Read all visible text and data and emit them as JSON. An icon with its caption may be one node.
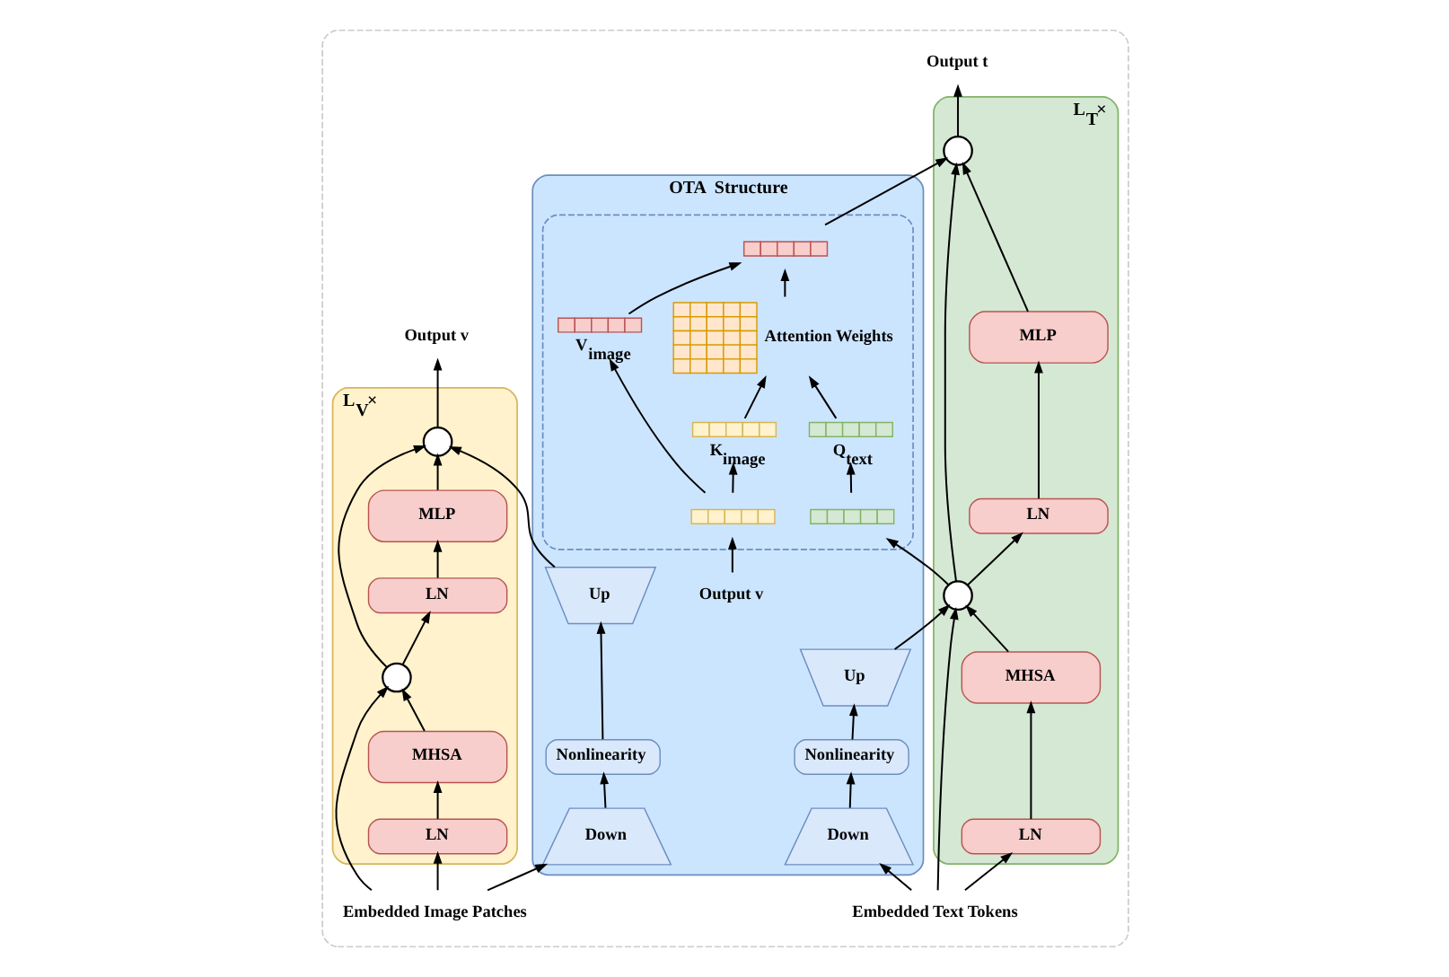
{
  "diagram": {
    "nodes": [
      {
        "text": [],
        "shape": "box"
      },
      {
        "text": [
          "Output v"
        ],
        "in": 0
      },
      {
        "text": [
          "L$_{V}$×"
        ],
        "in": 0
      },
      {
        "text": [],
        "shape": "circle",
        "in": 2
      },
      {
        "text": [
          "MLP"
        ],
        "in": 2
      },
      {
        "text": [
          "LN"
        ],
        "in": 2
      },
      {
        "text": [],
        "shape": "circle",
        "in": 2
      },
      {
        "text": [
          "MHSA"
        ],
        "in": 2
      },
      {
        "text": [
          "LN"
        ],
        "in": 2
      },
      {
        "text": [
          "Embedded Image Patches"
        ],
        "in": 0
      },
      {
        "text": [
          "OTA  Structure"
        ],
        "in": 0
      },
      {
        "text": [],
        "shape": "box",
        "in": 10
      },
      {
        "text": [],
        "shape": "bar",
        "in": 11
      },
      {
        "text": [],
        "shape": "grid",
        "in": 11,
        "beside": [
          "Attention Weights"
        ]
      },
      {
        "text": [],
        "shape": "bar",
        "in": 11,
        "beside": [
          "V$_{image}$"
        ]
      },
      {
        "text": [],
        "shape": "bar",
        "in": 11,
        "beside": [
          "K$_{image}$"
        ]
      },
      {
        "text": [],
        "shape": "bar",
        "in": 11,
        "beside": [
          "Q$_{text}$"
        ]
      },
      {
        "text": [],
        "shape": "bar",
        "in": 11
      },
      {
        "text": [],
        "shape": "bar",
        "in": 11
      },
      {
        "text": [
          "Output v"
        ],
        "in": 10
      },
      {
        "text": [
          "Up"
        ],
        "in": 10
      },
      {
        "text": [
          "Nonlinearity"
        ],
        "in": 10
      },
      {
        "text": [
          "Down"
        ],
        "in": 10
      },
      {
        "text": [
          "Up"
        ],
        "in": 10
      },
      {
        "text": [
          "Nonlinearity"
        ],
        "in": 10
      },
      {
        "text": [
          "Down"
        ],
        "in": 10
      },
      {
        "text": [
          "Output t"
        ],
        "in": 0
      },
      {
        "text": [
          "L$_{T}$×"
        ],
        "in": 0
      },
      {
        "text": [],
        "shape": "circle",
        "in": 27
      },
      {
        "text": [
          "MLP"
        ],
        "in": 27
      },
      {
        "text": [
          "LN"
        ],
        "in": 27
      },
      {
        "text": [],
        "shape": "circle",
        "in": 27
      },
      {
        "text": [
          "MHSA"
        ],
        "in": 27
      },
      {
        "text": [
          "LN"
        ],
        "in": 27
      },
      {
        "text": [
          "Embedded Text Tokens"
        ],
        "in": 0
      }
    ],
    "edges": [
      {
        "from": 9,
        "to": 8,
        "arrow": "to"
      },
      {
        "from": 8,
        "to": 7,
        "arrow": "to"
      },
      {
        "from": 7,
        "to": 6,
        "arrow": "to"
      },
      {
        "from": 9,
        "to": 6,
        "arrow": "to"
      },
      {
        "from": 6,
        "to": 5,
        "arrow": "to"
      },
      {
        "from": 5,
        "to": 4,
        "arrow": "to"
      },
      {
        "from": 4,
        "to": 3,
        "arrow": "to"
      },
      {
        "from": 6,
        "to": 3,
        "arrow": "to"
      },
      {
        "from": 3,
        "to": 1,
        "arrow": "to"
      },
      {
        "from": 9,
        "to": 22,
        "arrow": "to"
      },
      {
        "from": 22,
        "to": 21,
        "arrow": "to"
      },
      {
        "from": 21,
        "to": 20,
        "arrow": "to"
      },
      {
        "from": 20,
        "to": 3,
        "arrow": "to"
      },
      {
        "from": 19,
        "to": 17,
        "arrow": "to"
      },
      {
        "from": 17,
        "to": 14,
        "arrow": "to"
      },
      {
        "from": 17,
        "to": 15,
        "arrow": "to"
      },
      {
        "from": 15,
        "to": 13,
        "arrow": "to"
      },
      {
        "from": 18,
        "to": 16,
        "arrow": "to"
      },
      {
        "from": 16,
        "to": 13,
        "arrow": "to"
      },
      {
        "from": 14,
        "to": 12,
        "arrow": "to"
      },
      {
        "from": 13,
        "to": 12,
        "arrow": "to"
      },
      {
        "from": 12,
        "to": 28,
        "arrow": "to"
      },
      {
        "from": 34,
        "to": 33,
        "arrow": "to"
      },
      {
        "from": 33,
        "to": 32,
        "arrow": "to"
      },
      {
        "from": 32,
        "to": 31,
        "arrow": "to"
      },
      {
        "from": 34,
        "to": 31,
        "arrow": "to"
      },
      {
        "from": 31,
        "to": 30,
        "arrow": "to"
      },
      {
        "from": 30,
        "to": 29,
        "arrow": "to"
      },
      {
        "from": 29,
        "to": 28,
        "arrow": "to"
      },
      {
        "from": 31,
        "to": 28,
        "arrow": "to"
      },
      {
        "from": 28,
        "to": 26,
        "arrow": "to"
      },
      {
        "from": 34,
        "to": 25,
        "arrow": "to"
      },
      {
        "from": 25,
        "to": 24,
        "arrow": "to"
      },
      {
        "from": 24,
        "to": 23,
        "arrow": "to"
      },
      {
        "from": 23,
        "to": 31,
        "arrow": "to"
      },
      {
        "from": 31,
        "to": 18,
        "arrow": "to"
      }
    ]
  }
}
